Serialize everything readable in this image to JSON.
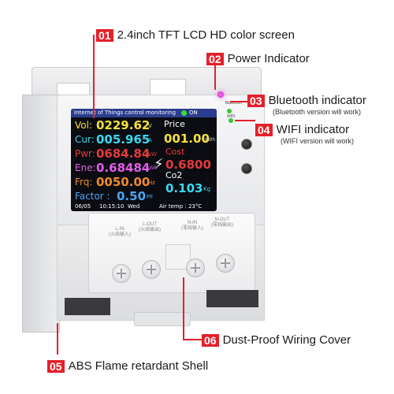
{
  "callouts": [
    {
      "num": "01",
      "text": "2.4inch TFT LCD HD color screen",
      "sub": ""
    },
    {
      "num": "02",
      "text": "Power Indicator",
      "sub": ""
    },
    {
      "num": "03",
      "text": "Bluetooth indicator",
      "sub": "(Bluetooth version will work)"
    },
    {
      "num": "04",
      "text": "WIFI indicator",
      "sub": "(WIFI version will work)"
    },
    {
      "num": "05",
      "text": "ABS Flame retardant Shell",
      "sub": ""
    },
    {
      "num": "06",
      "text": "Dust-Proof Wiring Cover",
      "sub": ""
    }
  ],
  "screen": {
    "header": "Internet of Things control monitoring",
    "on": "ON",
    "vol_label": "Vol:",
    "vol_value": "0229.62",
    "vol_unit": "V",
    "price_label": "Price",
    "price_value": "001.00",
    "cur_label": "Cur:",
    "cur_value": "005.965",
    "cur_unit": "A",
    "kwh_label": "kWh",
    "pwr_label": "Pwr:",
    "pwr_value": "0684.84",
    "pwr_unit": "kW",
    "cost_label": "Cost",
    "cost_value": "0.6800",
    "ene_label": "Ene:",
    "ene_value": "0.68484",
    "ene_unit": "kWh",
    "co2_label": "Co2",
    "frq_label": "Frq:",
    "frq_value": "0050.00",
    "frq_unit": "Hz",
    "co2_value": "0.103",
    "co2_unit": "Kg",
    "factor_label": "Factor :",
    "factor_value": "0.50",
    "factor_unit": "PF",
    "date": "06/05",
    "time": "10:15:10",
    "day": "Wed",
    "air_temp": "Air temp : 23°C"
  },
  "leds": {
    "bluetooth": "Bluetooth",
    "wifi": "WIFI"
  },
  "terminals": [
    {
      "name": "L-IN",
      "sub": "(火线输入)"
    },
    {
      "name": "L-OUT",
      "sub": "(火线输出)"
    },
    {
      "name": "N-IN",
      "sub": "(零线输入)"
    },
    {
      "name": "N-OUT",
      "sub": "(零线输出)"
    }
  ],
  "colors": {
    "accent": "#e4202a",
    "vol": "#f5e23a",
    "cur": "#3ad8f0",
    "pwr": "#e53a3a",
    "ene": "#e35ce9",
    "frq": "#f08a2a",
    "factor": "#49a6f2",
    "price": "#f5e23a",
    "cost": "#e53a3a"
  }
}
